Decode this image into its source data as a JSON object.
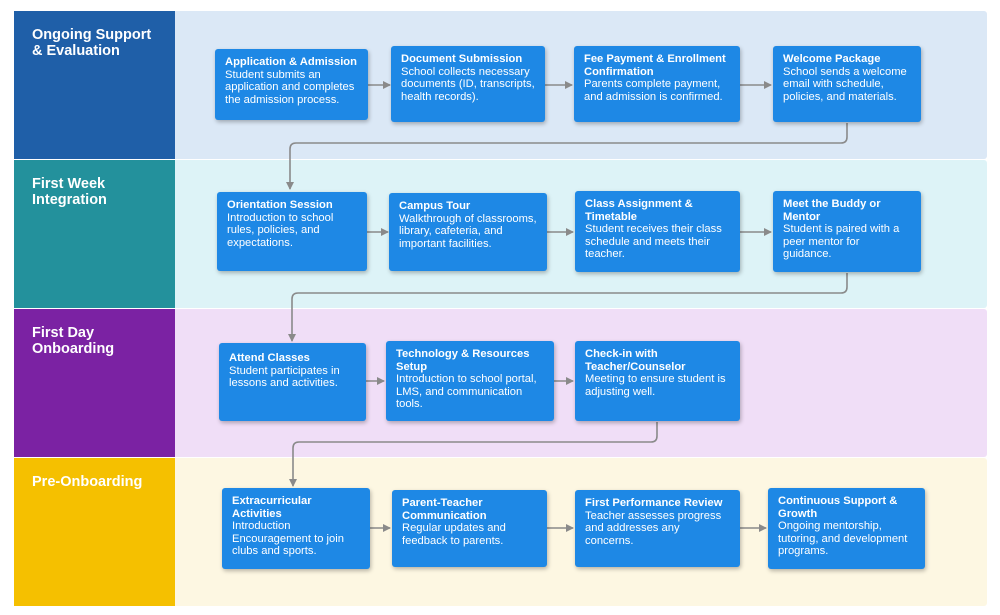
{
  "lanes": [
    {
      "title": "Ongoing Support\n& Evaluation",
      "color": "#1f5fa8",
      "bg": "#dbe8f6"
    },
    {
      "title": "First Week\nIntegration",
      "color": "#23919c",
      "bg": "#ddf3f7"
    },
    {
      "title": "First Day\nOnboarding",
      "color": "#7b22a3",
      "bg": "#f0def7"
    },
    {
      "title": "Pre-Onboarding",
      "color": "#f5c000",
      "bg": "#fdf7e2"
    }
  ],
  "steps": [
    {
      "title": "Application & Admission",
      "desc": "Student submits an application and completes the admission process."
    },
    {
      "title": "Document Submission",
      "desc": "School collects necessary documents (ID, transcripts, health records)."
    },
    {
      "title": "Fee Payment & Enrollment Confirmation",
      "desc": "Parents complete payment, and admission is confirmed."
    },
    {
      "title": "Welcome Package",
      "desc": "School sends a welcome email with schedule, policies, and materials."
    },
    {
      "title": "Orientation Session",
      "desc": "Introduction to school rules, policies, and expectations."
    },
    {
      "title": "Campus Tour",
      "desc": "Walkthrough of classrooms, library, cafeteria, and important facilities."
    },
    {
      "title": "Class Assignment & Timetable",
      "desc": "Student receives their class schedule and meets their teacher."
    },
    {
      "title": "Meet the Buddy or Mentor",
      "desc": "Student is paired with a peer mentor for guidance."
    },
    {
      "title": "Attend Classes",
      "desc": "Student participates in lessons and activities."
    },
    {
      "title": "Technology & Resources Setup",
      "desc": "Introduction to school portal, LMS, and communication tools."
    },
    {
      "title": "Check-in with Teacher/Counselor",
      "desc": "Meeting to ensure student is adjusting well."
    },
    {
      "title": "Extracurricular Activities",
      "desc": "Introduction Encouragement to join clubs and sports."
    },
    {
      "title": "Parent-Teacher Communication",
      "desc": "Regular updates and feedback to parents."
    },
    {
      "title": "First Performance Review",
      "desc": "Teacher assesses progress and addresses any concerns."
    },
    {
      "title": "Continuous Support & Growth",
      "desc": "Ongoing mentorship, tutoring, and development programs."
    }
  ],
  "colors": {
    "card": "#1e88e5",
    "connector": "#8a8a8a"
  }
}
